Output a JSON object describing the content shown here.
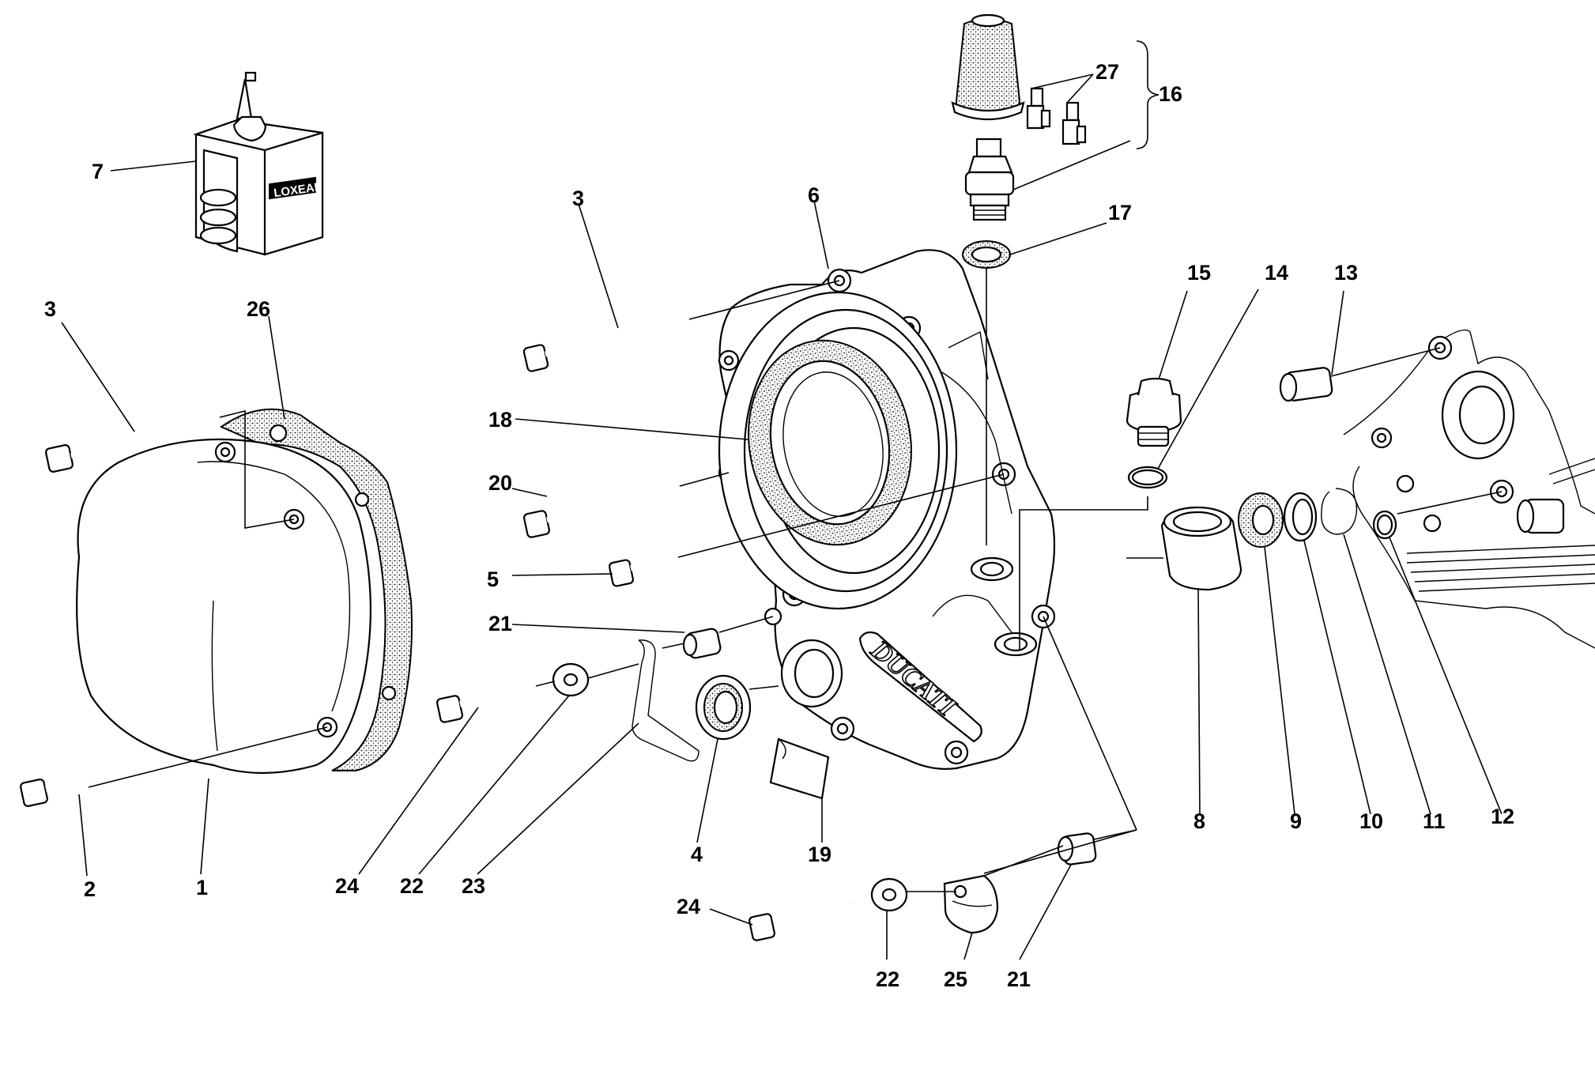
{
  "diagram": {
    "callouts": [
      {
        "id": "c7",
        "text": "7"
      },
      {
        "id": "c27",
        "text": "27"
      },
      {
        "id": "c16",
        "text": "16"
      },
      {
        "id": "c3a",
        "text": "3"
      },
      {
        "id": "c6",
        "text": "6"
      },
      {
        "id": "c17",
        "text": "17"
      },
      {
        "id": "c15",
        "text": "15"
      },
      {
        "id": "c14",
        "text": "14"
      },
      {
        "id": "c13",
        "text": "13"
      },
      {
        "id": "c3b",
        "text": "3"
      },
      {
        "id": "c26",
        "text": "26"
      },
      {
        "id": "c18",
        "text": "18"
      },
      {
        "id": "c20",
        "text": "20"
      },
      {
        "id": "c5",
        "text": "5"
      },
      {
        "id": "c21a",
        "text": "21"
      },
      {
        "id": "c8",
        "text": "8"
      },
      {
        "id": "c9",
        "text": "9"
      },
      {
        "id": "c10",
        "text": "10"
      },
      {
        "id": "c11",
        "text": "11"
      },
      {
        "id": "c12",
        "text": "12"
      },
      {
        "id": "c4",
        "text": "4"
      },
      {
        "id": "c19",
        "text": "19"
      },
      {
        "id": "c2",
        "text": "2"
      },
      {
        "id": "c1",
        "text": "1"
      },
      {
        "id": "c24a",
        "text": "24"
      },
      {
        "id": "c22a",
        "text": "22"
      },
      {
        "id": "c23",
        "text": "23"
      },
      {
        "id": "c24b",
        "text": "24"
      },
      {
        "id": "c22b",
        "text": "22"
      },
      {
        "id": "c25",
        "text": "25"
      },
      {
        "id": "c21b",
        "text": "21"
      }
    ],
    "product_label": "LOXEAL",
    "brand_mark": "DUCATI"
  }
}
